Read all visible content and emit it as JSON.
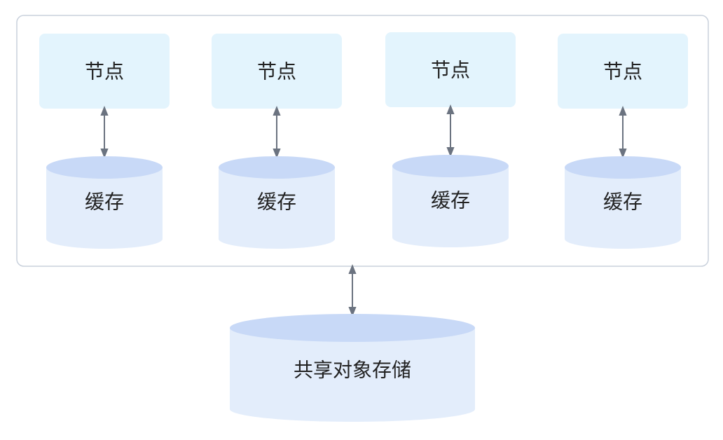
{
  "cluster": {
    "columns": [
      {
        "node_label": "节点",
        "cache_label": "缓存"
      },
      {
        "node_label": "节点",
        "cache_label": "缓存"
      },
      {
        "node_label": "节点",
        "cache_label": "缓存"
      },
      {
        "node_label": "节点",
        "cache_label": "缓存"
      }
    ]
  },
  "storage": {
    "label": "共享对象存储"
  },
  "colors": {
    "node_fill": "#e3f4fd",
    "cylinder_body": "#e3edfb",
    "cylinder_top": "#c8d9f7",
    "container_border": "#c9d1dc",
    "arrow": "#6b7380",
    "text": "#222222"
  }
}
